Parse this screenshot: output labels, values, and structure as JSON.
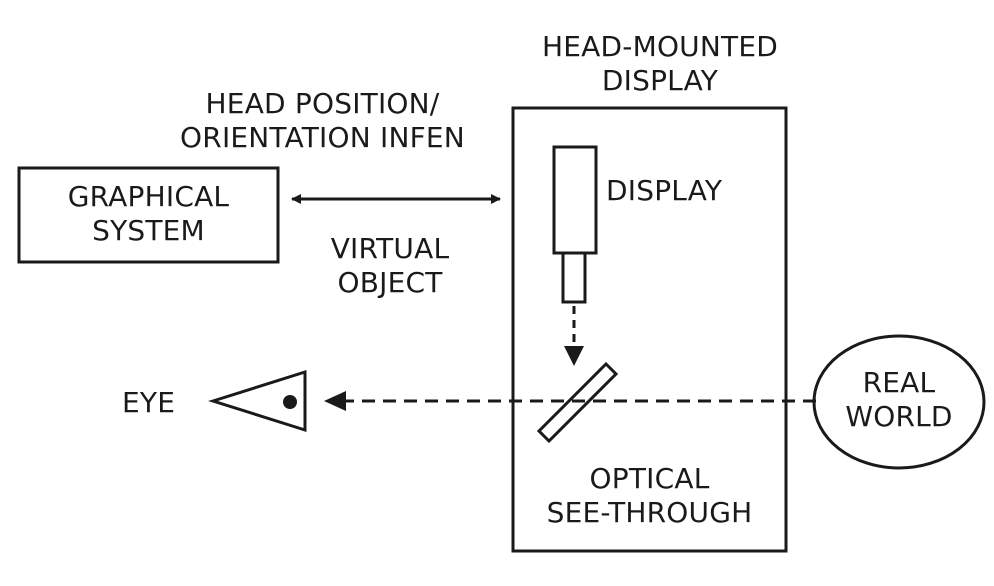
{
  "diagram": {
    "hmd_title": [
      "HEAD-MOUNTED",
      "DISPLAY"
    ],
    "head_info": [
      "HEAD POSITION/",
      "ORIENTATION INFEN"
    ],
    "graphical_system": [
      "GRAPHICAL",
      "SYSTEM"
    ],
    "virtual_object": [
      "VIRTUAL",
      "OBJECT"
    ],
    "display": "DISPLAY",
    "eye": "EYE",
    "real_world": [
      "REAL",
      "WORLD"
    ],
    "optical": [
      "OPTICAL",
      "SEE-THROUGH"
    ]
  },
  "colors": {
    "stroke": "#1a1a1a",
    "background": "#ffffff"
  }
}
